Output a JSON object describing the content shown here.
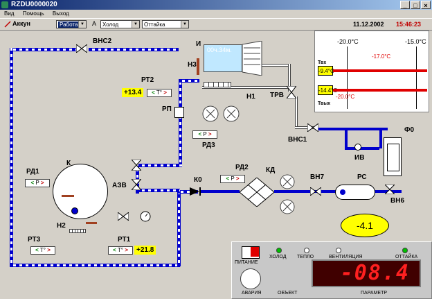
{
  "window": {
    "title": "RZDU0000020",
    "btn_min": "_",
    "btn_max": "□",
    "btn_close": "×"
  },
  "menu": [
    "Вид",
    "Помощь",
    "Выход"
  ],
  "toolbar": {
    "label": "Аккун",
    "mode_value": "Работа",
    "letter": "А",
    "mode2_value": "Холод",
    "mode3_value": "Оттайка",
    "date": "11.12.2002",
    "time": "15:46:23"
  },
  "scheme": {
    "labels": {
      "vns2": "ВНС2",
      "i": "И",
      "n3": "Н3",
      "rt2": "РТ2",
      "rp": "РП",
      "n1": "Н1",
      "trv": "ТРВ",
      "rd3": "РД3",
      "vns1": "ВНС1",
      "f0": "Ф0",
      "iv": "ИВ",
      "rd1": "РД1",
      "k": "К",
      "azv": "АЗВ",
      "k0": "К0",
      "rd2": "РД2",
      "kd": "КД",
      "vn7": "ВН7",
      "rs": "РС",
      "vn6": "ВН6",
      "n2": "Н2",
      "rt3": "РТ3",
      "rt1": "РТ1"
    },
    "evap_display": "00ч.34м.",
    "rt2_value": "+13.4",
    "rt1_value": "+21.8",
    "sensor_t": "T°",
    "sensor_p": "P",
    "ellipse_value": "-4.1"
  },
  "temp_panel": {
    "tick_left": "-20.0°C",
    "tick_right": "-15.0°C",
    "setpoint": "-17.0°C",
    "setpoint_bottom": "-20.0°C",
    "t_ex_label": "Твх",
    "t_out_label": "Твых",
    "t_in_value": "-9.4°C",
    "t_out_value": "-14.4°C",
    "bar_in_fraction": 1.0,
    "bar_out_fraction": 1.0
  },
  "control": {
    "power_label": "ПИТАНИЕ",
    "alarm_label": "АВАРИЯ",
    "indicators": [
      {
        "label": "ХОЛОД",
        "color": "#00c000"
      },
      {
        "label": "ТЕПЛО",
        "color": "#ffffff"
      },
      {
        "label": "ВЕНТИЛЯЦИЯ",
        "color": "#ffffff"
      },
      {
        "label": "ОТТАЙКА",
        "color": "#00c000"
      }
    ],
    "object_label": "ОБЪЕКТ",
    "param_label": "ПАРАМЕТР",
    "display": "-08.4"
  }
}
